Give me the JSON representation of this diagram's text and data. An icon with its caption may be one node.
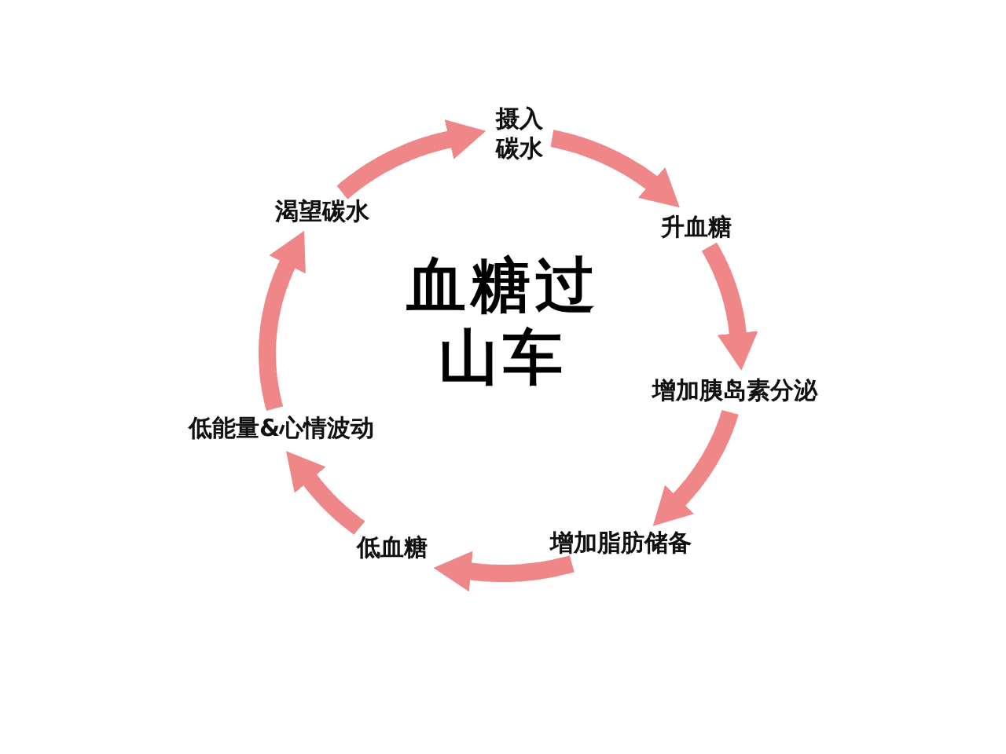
{
  "diagram": {
    "title": "血糖过山车",
    "nodes": [
      {
        "text": [
          "摄入碳水"
        ]
      },
      {
        "text": [
          "升血糖"
        ]
      },
      {
        "text": [
          "增加胰岛素分泌"
        ]
      },
      {
        "text": [
          "增加脂肪储备"
        ]
      },
      {
        "text": [
          "低血糖"
        ]
      },
      {
        "text": [
          "低能量&心情波动"
        ]
      },
      {
        "text": [
          "渴望碳水"
        ]
      }
    ],
    "edges": [
      {
        "from": 0,
        "to": 1,
        "arrow": "to"
      },
      {
        "from": 1,
        "to": 2,
        "arrow": "to"
      },
      {
        "from": 2,
        "to": 3,
        "arrow": "to"
      },
      {
        "from": 3,
        "to": 4,
        "arrow": "to"
      },
      {
        "from": 4,
        "to": 5,
        "arrow": "to"
      },
      {
        "from": 5,
        "to": 6,
        "arrow": "to"
      },
      {
        "from": 6,
        "to": 0,
        "arrow": "to"
      }
    ]
  }
}
